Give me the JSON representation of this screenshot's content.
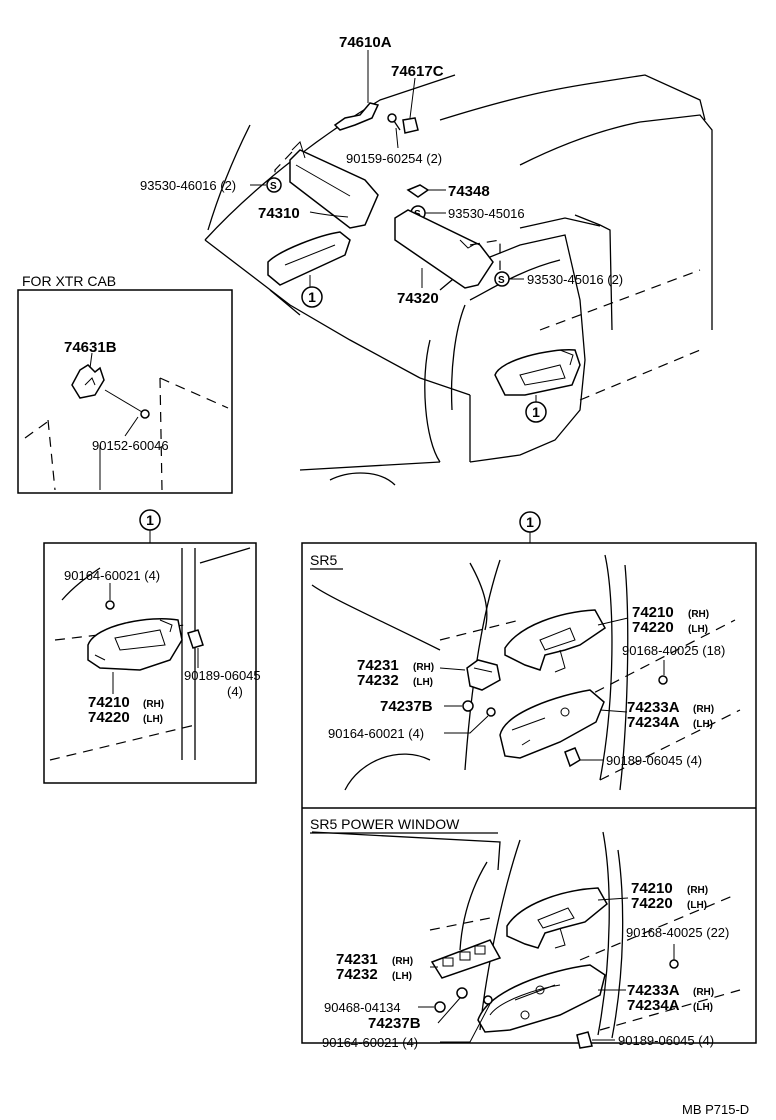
{
  "top": {
    "p74610A": "74610A",
    "p74617C": "74617C",
    "p90159": "90159-60254 (2)",
    "p93530_l": "93530-46016 (2)",
    "p74348": "74348",
    "p93530_m": "93530-45016",
    "p74310": "74310",
    "p93530_r": "93530-45016 (2)",
    "p74320": "74320",
    "s_mark": "S",
    "callout": "1"
  },
  "xtr": {
    "title": "FOR XTR CAB",
    "p74631B": "74631B",
    "p90152": "90152-60046"
  },
  "left_box": {
    "callout": "1",
    "p90164": "90164-60021 (4)",
    "p90189": "90189-06045",
    "p90189_qty": "(4)",
    "p74210": "74210",
    "p74210_side": "(RH)",
    "p74220": "74220",
    "p74220_side": "(LH)"
  },
  "sr5": {
    "callout": "1",
    "title": "SR5",
    "p74210": "74210",
    "p74210_side": "(RH)",
    "p74220": "74220",
    "p74220_side": "(LH)",
    "p90168": "90168-40025 (18)",
    "p74231": "74231",
    "p74231_side": "(RH)",
    "p74232": "74232",
    "p74232_side": "(LH)",
    "p74233A": "74233A",
    "p74233A_side": "(RH)",
    "p74234A": "74234A",
    "p74234A_side": "(LH)",
    "p74237B": "74237B",
    "p90164": "90164-60021 (4)",
    "p90189": "90189-06045 (4)"
  },
  "sr5pw": {
    "title": "SR5  POWER  WINDOW",
    "p74210": "74210",
    "p74210_side": "(RH)",
    "p74220": "74220",
    "p74220_side": "(LH)",
    "p90168": "90168-40025 (22)",
    "p74231": "74231",
    "p74231_side": "(RH)",
    "p74232": "74232",
    "p74232_side": "(LH)",
    "p74233A": "74233A",
    "p74233A_side": "(RH)",
    "p74234A": "74234A",
    "p74234A_side": "(LH)",
    "p90468": "90468-04134",
    "p74237B": "74237B",
    "p90164": "90164-60021 (4)",
    "p90189": "90189-06045 (4)"
  },
  "footer": {
    "code": "MB  P715-D"
  }
}
